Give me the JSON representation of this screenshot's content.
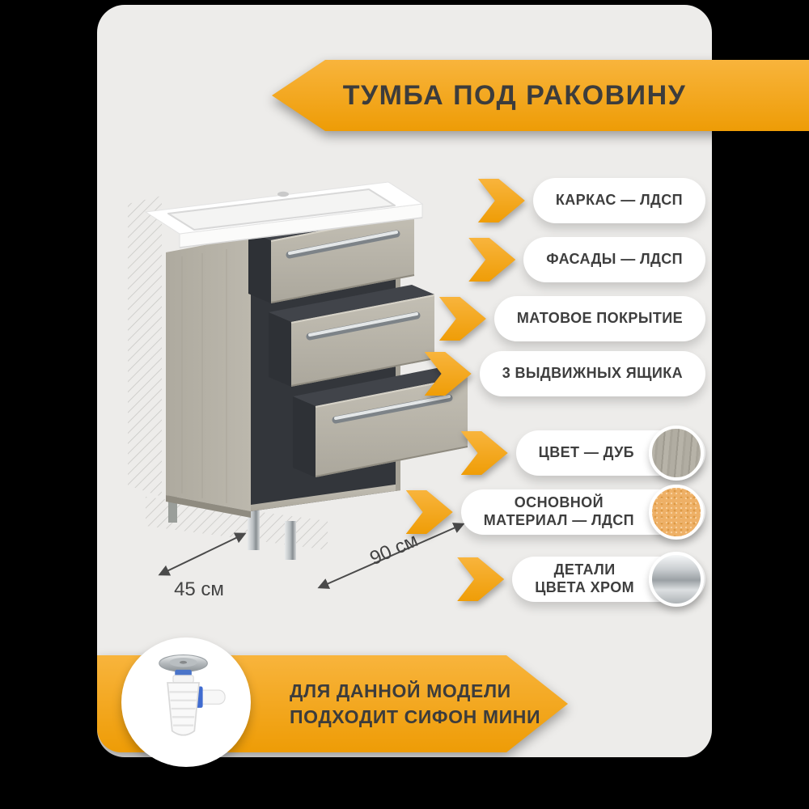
{
  "header": {
    "title": "ТУМБА ПОД РАКОВИНУ"
  },
  "features": [
    {
      "label": "КАРКАС — ЛДСП"
    },
    {
      "label": "ФАСАДЫ — ЛДСП"
    },
    {
      "label": "МАТОВОЕ ПОКРЫТИЕ"
    },
    {
      "label": "3 ВЫДВИЖНЫХ ЯЩИКА"
    },
    {
      "label": "ЦВЕТ — ДУБ",
      "swatch": "oak-texture"
    },
    {
      "label": "ОСНОВНОЙ\nМАТЕРИАЛ — ЛДСП",
      "swatch": "ldsp-chipboard"
    },
    {
      "label": "ДЕТАЛИ\nЦВЕТА ХРОМ",
      "swatch": "chrome"
    }
  ],
  "dimensions": {
    "depth_label": "45 см",
    "width_label": "90 см"
  },
  "footer": {
    "note": "ДЛЯ ДАННОЙ МОДЕЛИ\nПОДХОДИТ СИФОН МИНИ"
  },
  "colors": {
    "accent_orange": "#F2A71B",
    "accent_orange_light": "#F8B43C",
    "card_background": "#EDECEA",
    "pill_background": "#FFFFFF",
    "text_dark": "#3E3E3E",
    "drawer_interior": "#33363B",
    "wood": "#B5B1A6"
  }
}
